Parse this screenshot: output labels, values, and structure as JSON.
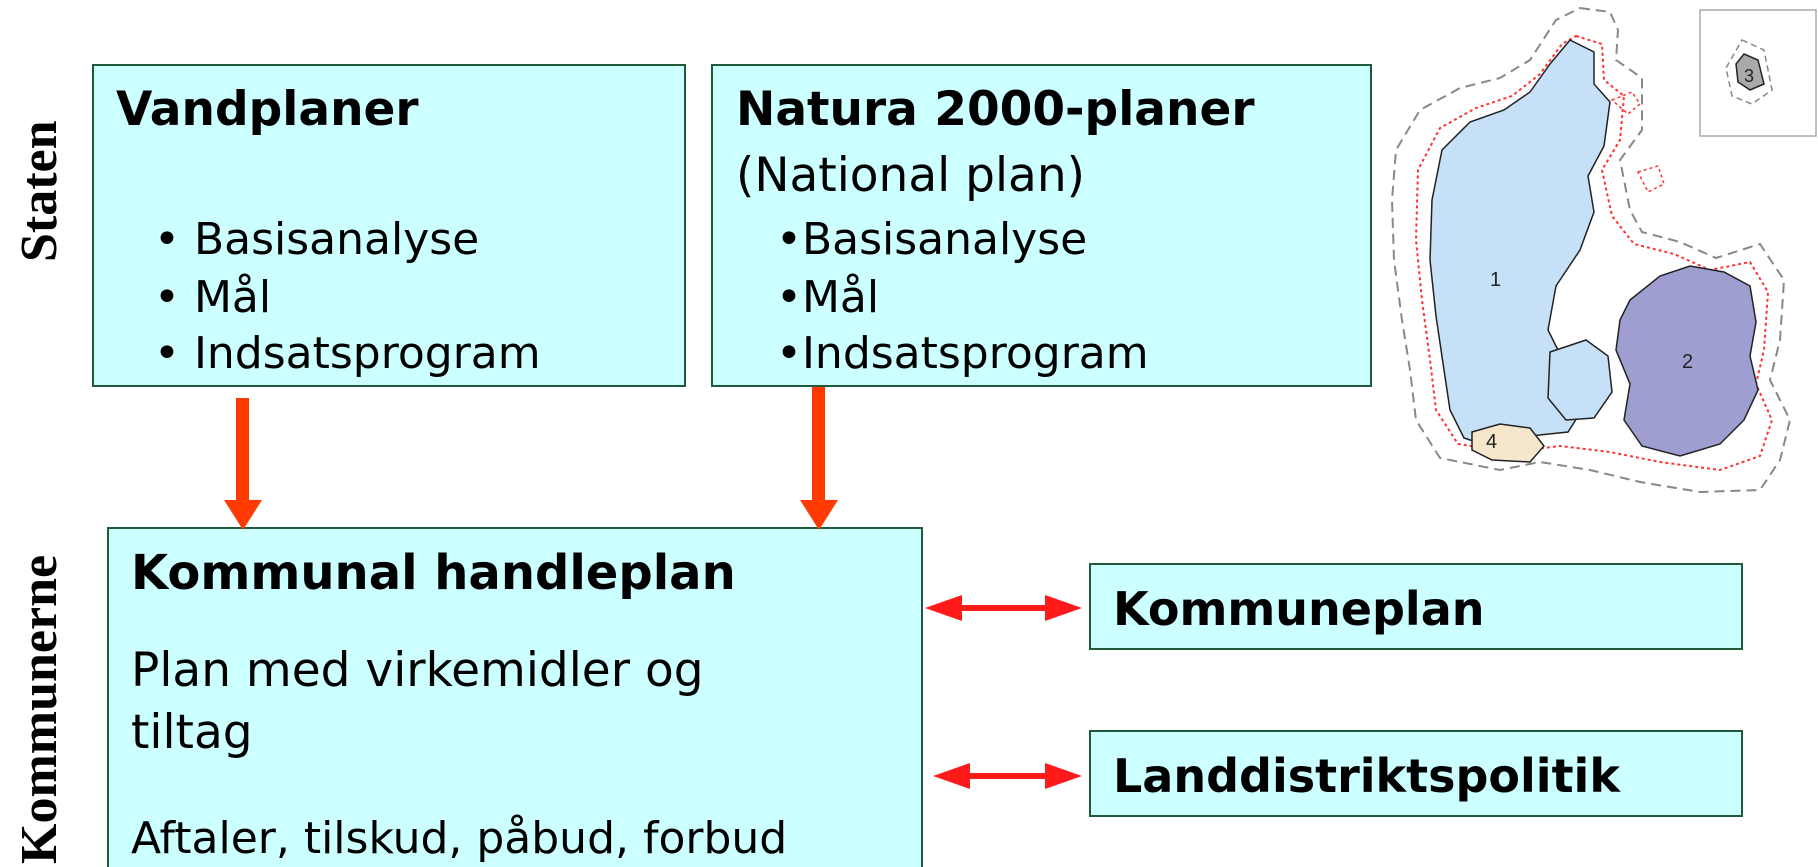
{
  "side_labels": {
    "top": "Staten",
    "bottom": "Kommunerne"
  },
  "vandplaner": {
    "title": "Vandplaner",
    "items": [
      "• Basisanalyse",
      "• Mål",
      "• Indsatsprogram"
    ]
  },
  "natura": {
    "title": "Natura 2000-planer",
    "subtitle": "(National plan)",
    "items": [
      "•Basisanalyse",
      "•Mål",
      "•Indsatsprogram"
    ]
  },
  "handleplan": {
    "title": "Kommunal handleplan",
    "line1": "Plan med virkemidler og",
    "line2": "tiltag",
    "line3": "Aftaler, tilskud, påbud, forbud"
  },
  "kommuneplan": {
    "label": "Kommuneplan"
  },
  "landdistrikt": {
    "label": "Landdistriktspolitik"
  },
  "map": {
    "region_labels": [
      "1",
      "2",
      "3",
      "4"
    ],
    "colors": {
      "region1": "#c5e0f7",
      "region2": "#9e9fd0",
      "region3": "#aaaaaa",
      "region4": "#f5e6cc",
      "dashed_outline": "#888888",
      "red_dotted": "#ff3333"
    }
  },
  "colors": {
    "box_fill": "#ccffff",
    "box_border": "#1f5a3a",
    "arrow": "#ff3a00",
    "double_arrow": "#ff1a1a"
  }
}
